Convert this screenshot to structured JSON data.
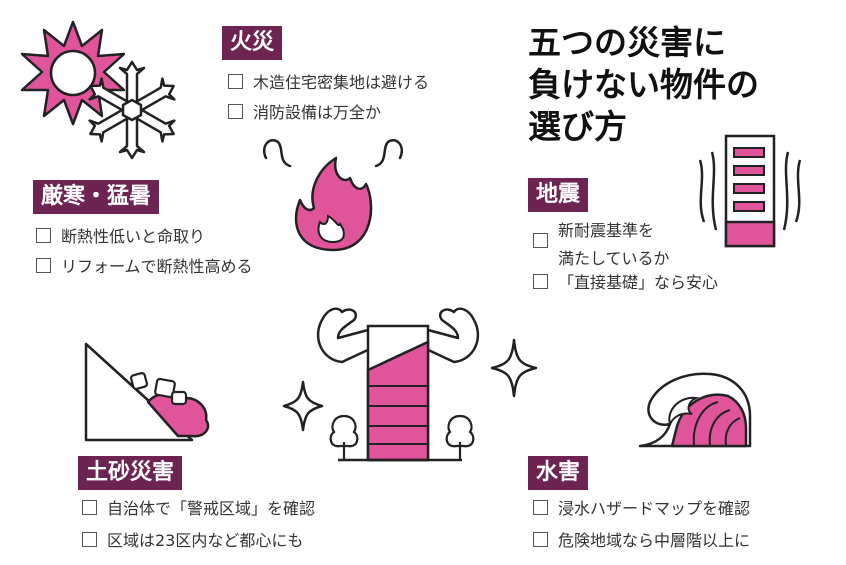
{
  "title": {
    "line1": "五つの災害に",
    "line2": "負けない物件の",
    "line3": "選び方"
  },
  "sections": {
    "fire": {
      "heading": "火災",
      "items": [
        "木造住宅密集地は避ける",
        "消防設備は万全か"
      ]
    },
    "climate": {
      "heading": "厳寒・猛暑",
      "items": [
        "断熱性低いと命取り",
        "リフォームで断熱性高める"
      ]
    },
    "quake": {
      "heading": "地震",
      "items": [
        "新耐震基準を",
        "満たしているか",
        "「直接基礎」なら安心"
      ]
    },
    "landslide": {
      "heading": "土砂災害",
      "items": [
        "自治体で「警戒区域」を確認",
        "区域は23区内など都心にも"
      ]
    },
    "flood": {
      "heading": "水害",
      "items": [
        "浸水ハザードマップを確認",
        "危険地域なら中層階以上に"
      ]
    }
  },
  "icons": [
    "sun-icon",
    "snowflake-icon",
    "flame-icon",
    "shaking-building-icon",
    "landslide-icon",
    "strong-building-icon",
    "sparkle-icon",
    "tree-icon",
    "wave-icon"
  ],
  "colors": {
    "accent": "#e0559a",
    "tag_bg": "#6e2450",
    "ink": "#111111"
  }
}
